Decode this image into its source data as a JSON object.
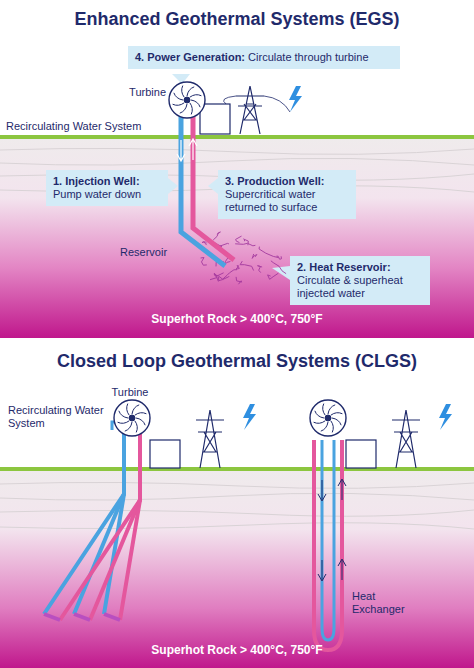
{
  "diagram": {
    "title": "Enhanced Geothermal Systems (EGS)",
    "nodes": [
      {
        "text": [
          "4. Power Generation:",
          "Circulate through turbine"
        ]
      },
      {
        "text": [
          "1. Injection Well:",
          "Pump water down"
        ]
      },
      {
        "text": [
          "3. Production Well:",
          "Supercritical water returned to surface"
        ]
      },
      {
        "text": [
          "2. Heat Reservoir:",
          "Circulate & superheat injected water"
        ]
      }
    ],
    "labels": [
      "Turbine",
      "Recirculating Water System",
      "Reservoir",
      "Superhot Rock > 400°C, 750°F",
      "Closed Loop Geothermal Systems (CLGS)",
      "Turbine",
      "Recirculating Water System",
      "Heat Exchanger",
      "Superhot Rock > 400°C, 750°F"
    ]
  }
}
